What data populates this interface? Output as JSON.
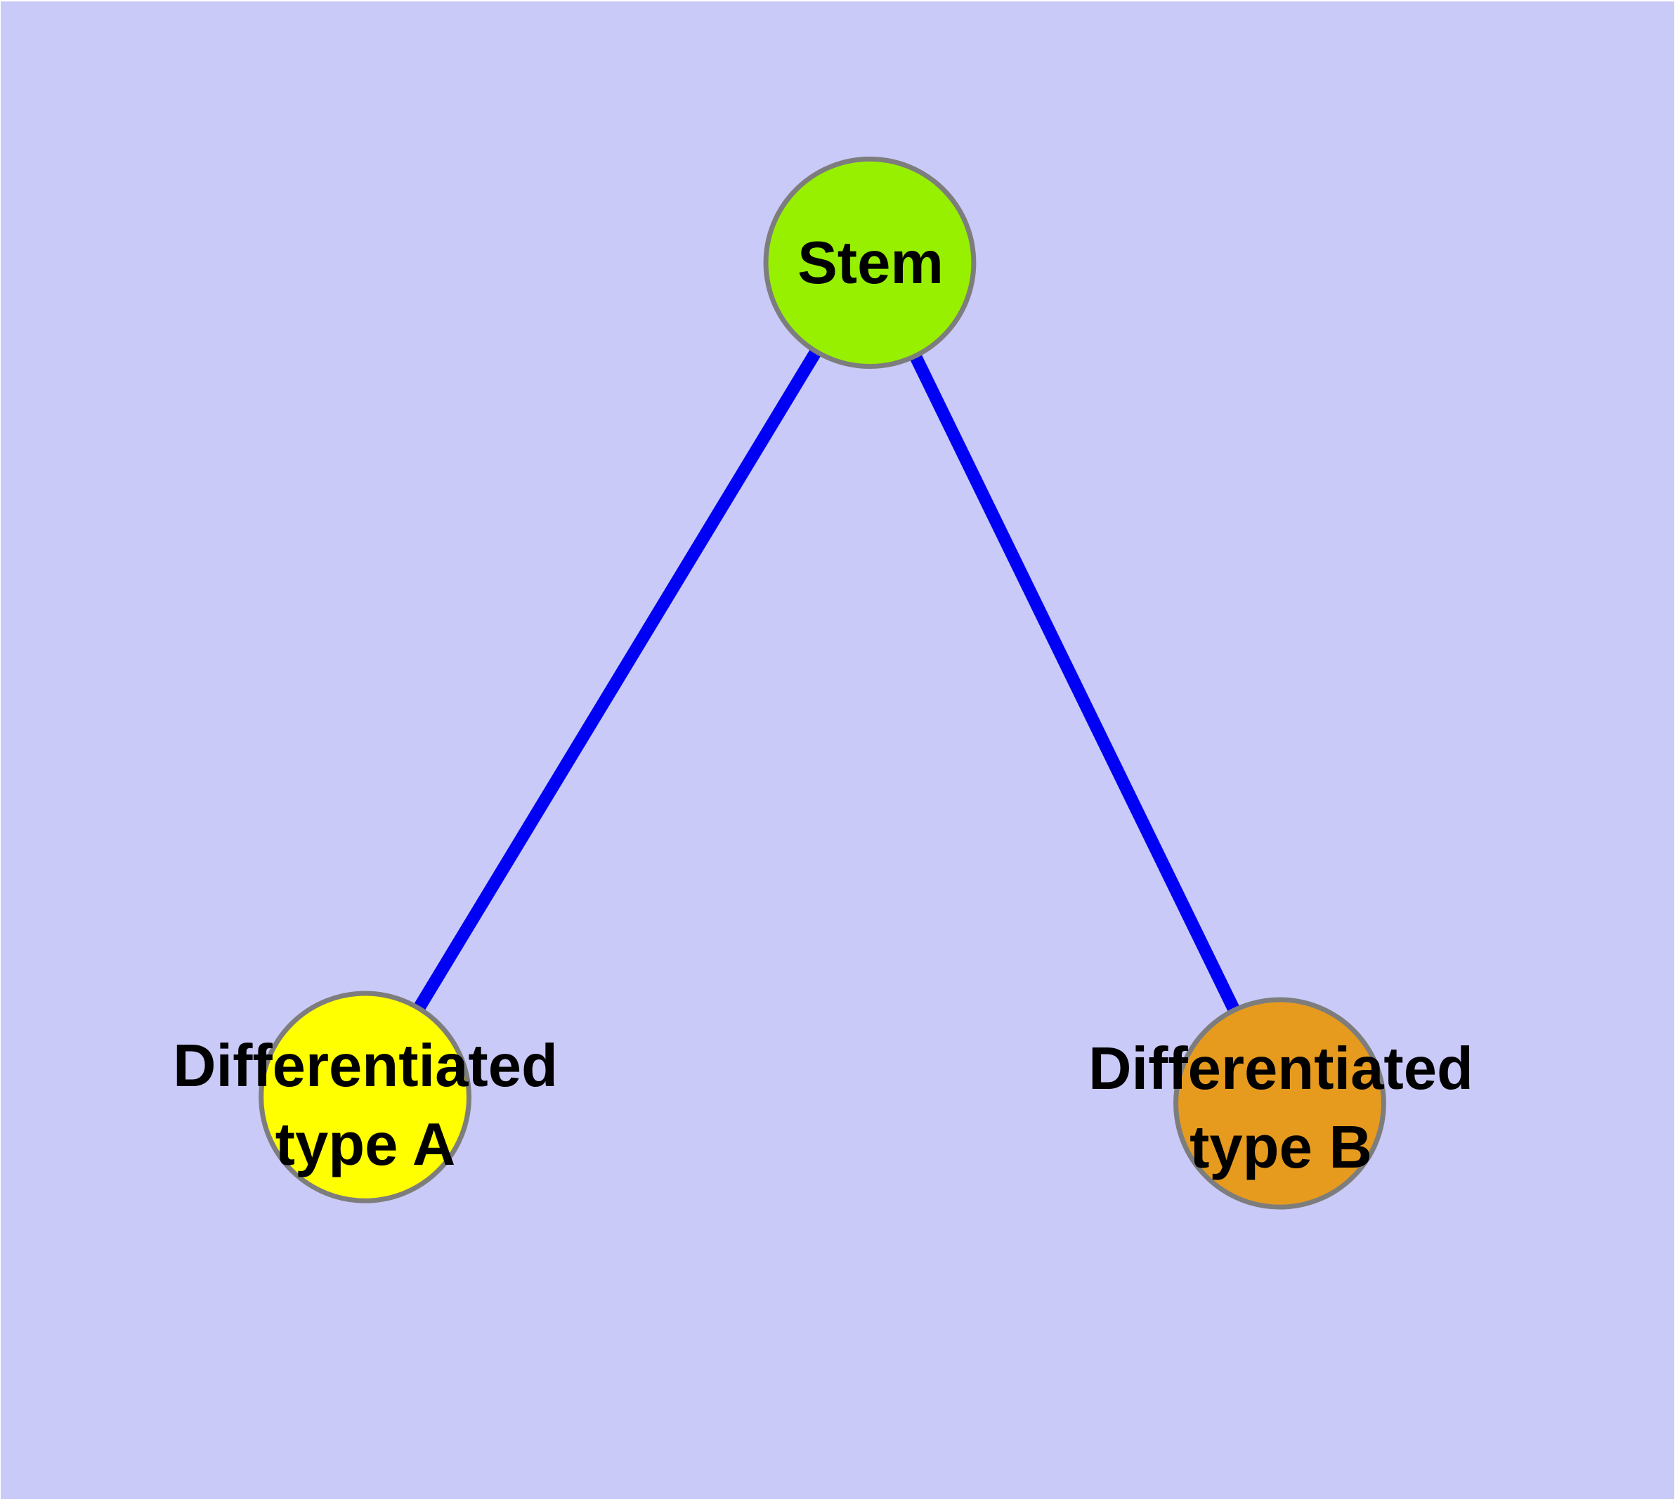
{
  "figure": {
    "type": "node-link-diagram",
    "background_color": "#cacaf8",
    "page_margin_color": "#ffffff",
    "text_color": "#000000"
  },
  "graph": {
    "nodes": [
      {
        "id": "stem",
        "label": "Stem",
        "label_lines": [
          "Stem"
        ],
        "fill_color": "#97f000",
        "border_color": "#7d7d7d",
        "text_color": "#000000"
      },
      {
        "id": "differentiated-type-a",
        "label": "Differentiated type A",
        "label_lines": [
          "Differentiated",
          "type A"
        ],
        "fill_color": "#ffff00",
        "border_color": "#7d7d7d",
        "text_color": "#000000"
      },
      {
        "id": "differentiated-type-b",
        "label": "Differentiated type B",
        "label_lines": [
          "Differentiated",
          "type B"
        ],
        "fill_color": "#e69b1e",
        "border_color": "#7d7d7d",
        "text_color": "#000000"
      }
    ],
    "edges": [
      {
        "from": "stem",
        "to": "differentiated-type-a",
        "color": "#0000f5"
      },
      {
        "from": "stem",
        "to": "differentiated-type-b",
        "color": "#0000f5"
      }
    ]
  }
}
